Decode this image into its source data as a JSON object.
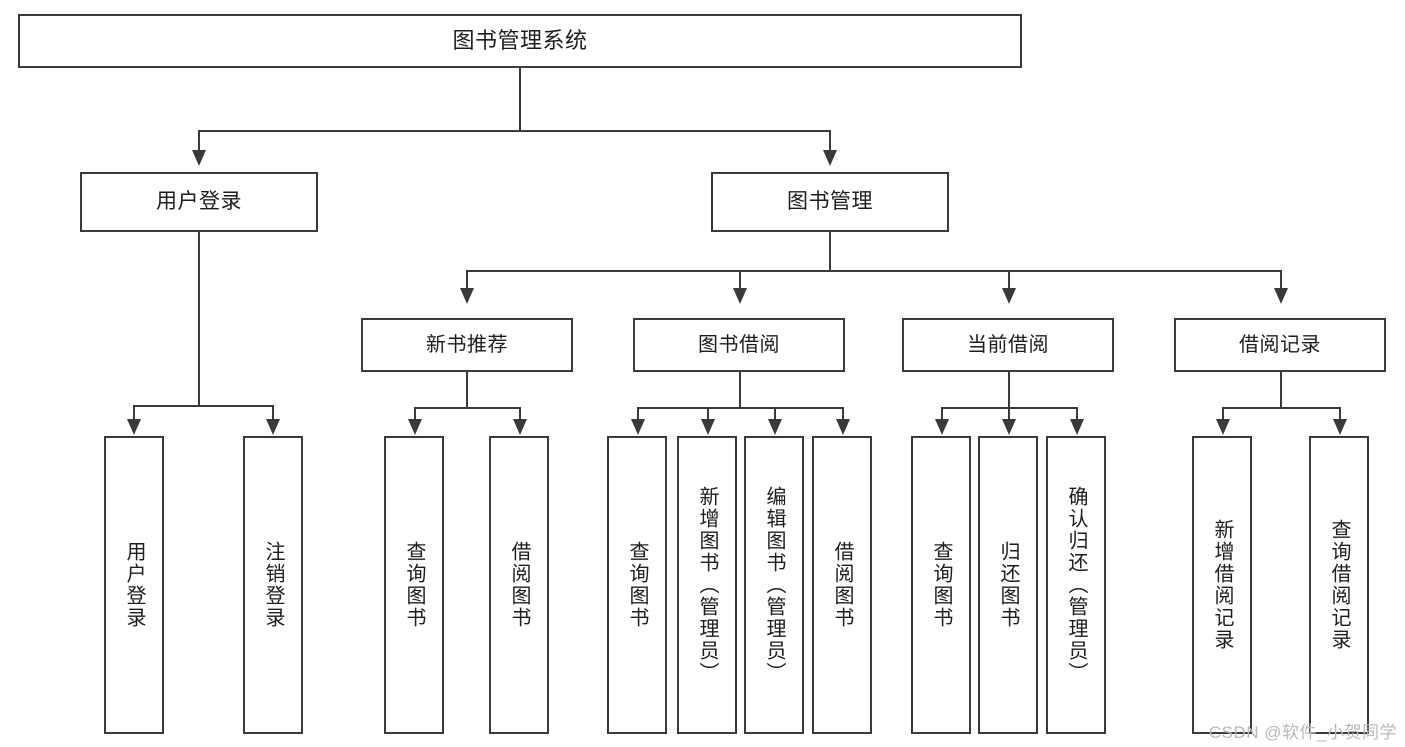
{
  "diagram": {
    "type": "tree-hierarchy-chart",
    "title": "图书管理系统",
    "root": {
      "label": "图书管理系统"
    },
    "level1": [
      {
        "label": "用户登录"
      },
      {
        "label": "图书管理"
      }
    ],
    "level2": [
      {
        "label": "新书推荐"
      },
      {
        "label": "图书借阅"
      },
      {
        "label": "当前借阅"
      },
      {
        "label": "借阅记录"
      }
    ],
    "leaves": {
      "user_login": [
        {
          "label": "用户登录"
        },
        {
          "label": "注销登录"
        }
      ],
      "new_book_recommend": [
        {
          "label": "查询图书"
        },
        {
          "label": "借阅图书"
        }
      ],
      "book_borrow": [
        {
          "label": "查询图书"
        },
        {
          "label": "新增图书（管理员）"
        },
        {
          "label": "编辑图书（管理员）"
        },
        {
          "label": "借阅图书"
        }
      ],
      "current_borrow": [
        {
          "label": "查询图书"
        },
        {
          "label": "归还图书"
        },
        {
          "label": "确认归还（管理员）"
        }
      ],
      "borrow_record": [
        {
          "label": "新增借阅记录"
        },
        {
          "label": "查询借阅记录"
        }
      ]
    }
  },
  "watermark": {
    "text": "CSDN @软件_小贺同学"
  },
  "colors": {
    "stroke": "#3a3a3a",
    "text": "#1d1d1d",
    "background": "#ffffff",
    "watermark": "#b9b9b9"
  }
}
